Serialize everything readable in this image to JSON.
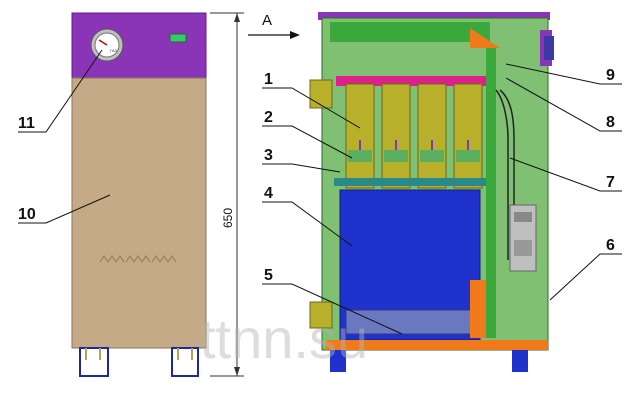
{
  "dimension": {
    "label": "650"
  },
  "section_label": "А",
  "gauge_label": "ГАЗ",
  "watermark": "ttnn.su",
  "callouts": [
    {
      "label": "1"
    },
    {
      "label": "2"
    },
    {
      "label": "3"
    },
    {
      "label": "4"
    },
    {
      "label": "5"
    },
    {
      "label": "6"
    },
    {
      "label": "7"
    },
    {
      "label": "8"
    },
    {
      "label": "9"
    },
    {
      "label": "10"
    },
    {
      "label": "11"
    }
  ],
  "colors": {
    "purple": "#8a35b8",
    "tan": "#c4aa86",
    "green": "#7fc073",
    "dark_green": "#2e8a2e",
    "blue": "#1f33cc",
    "navy": "#1e2a9a",
    "olive": "#b8b02a",
    "orange": "#f07a1a",
    "magenta": "#e0208a",
    "teal": "#2a8a8a"
  }
}
